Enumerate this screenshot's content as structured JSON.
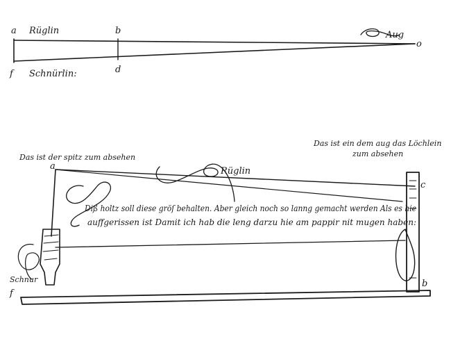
{
  "top_figure": {
    "point_a": "a",
    "point_b": "b",
    "point_d": "d",
    "point_f": "f",
    "point_o": "o",
    "label_rugline": "Rüglin",
    "label_aug": "Aug",
    "label_schnurlin": "Schnürlin:"
  },
  "bottom_figure": {
    "label_spitz": "Das ist der spitz zum absehen",
    "label_aug_line1": "Das ist ein dem aug das Löchlein",
    "label_aug_line2": "zum absehen",
    "point_a": "a",
    "point_c": "c",
    "point_b": "b",
    "point_f": "f",
    "label_rugline": "Rüglin",
    "label_schnur": "Schnur",
    "text_line1": "Diß holtz soll diese gröſ behalten. Aber gleich noch so lanng gemacht werden Als es hie",
    "text_line2": "auffgerissen ist Damit ich hab die leng darzu hie am pappir nit mugen haben:"
  }
}
